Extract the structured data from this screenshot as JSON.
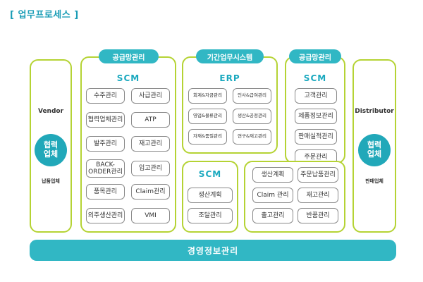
{
  "title": "[ 업무프로세스 ]",
  "vendor": {
    "label": "Vendor",
    "circle_line1": "협력",
    "circle_line2": "업체",
    "sub": "납품업체"
  },
  "distributor": {
    "label": "Distributor",
    "circle_line1": "협력",
    "circle_line2": "업체",
    "sub": "판매업체"
  },
  "scm_left": {
    "pill": "공급망관리",
    "title": "SCM",
    "items": [
      "수주관리",
      "사급관리",
      "협력업체관리",
      "ATP",
      "발주관리",
      "재고관리",
      "BACK-\nORDER관리",
      "입고관리",
      "품목관리",
      "Claim관리",
      "외주생산관리",
      "VMI"
    ]
  },
  "erp": {
    "pill": "기간업무시스템",
    "title": "ERP",
    "items": [
      "회계&자금관리",
      "인사&급여관리",
      "영업&물류관리",
      "생산&공정관리",
      "자재&품질관리",
      "연구&재고관리"
    ]
  },
  "scm_center": {
    "title": "SCM",
    "items": [
      "생산계획",
      "조달관리"
    ]
  },
  "scm_right": {
    "pill": "공급망관리",
    "title": "SCM",
    "upper_items": [
      "고객관리",
      "제품정보관리",
      "판매실적관리",
      "주문관리"
    ],
    "lower_items": [
      "생산계획",
      "주문납품관리",
      "Claim 관리",
      "재고관리",
      "출고관리",
      "반품관리"
    ]
  },
  "bottom_bar": "경영정보관리",
  "colors": {
    "green_border": "#b5d334",
    "teal": "#31b7c4",
    "title_teal": "#1b9db6"
  }
}
